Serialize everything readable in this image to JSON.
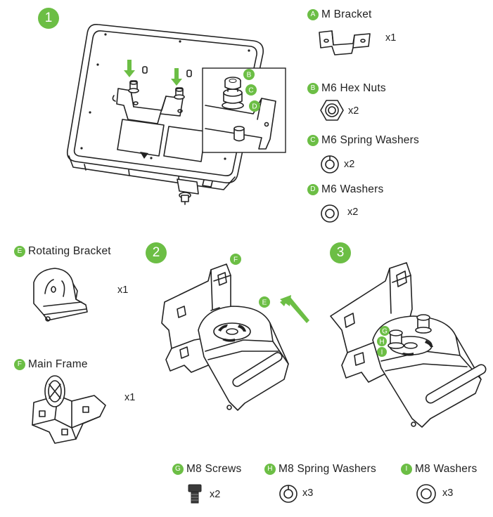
{
  "accent_color": "#6cbe45",
  "steps": [
    "1",
    "2",
    "3"
  ],
  "parts": {
    "A": {
      "letter": "A",
      "name": "M Bracket",
      "qty": "x1"
    },
    "B": {
      "letter": "B",
      "name": "M6 Hex Nuts",
      "qty": "x2"
    },
    "C": {
      "letter": "C",
      "name": "M6 Spring Washers",
      "qty": "x2"
    },
    "D": {
      "letter": "D",
      "name": "M6 Washers",
      "qty": "x2"
    },
    "E": {
      "letter": "E",
      "name": "Rotating Bracket",
      "qty": "x1"
    },
    "F": {
      "letter": "F",
      "name": "Main Frame",
      "qty": "x1"
    },
    "G": {
      "letter": "G",
      "name": "M8 Screws",
      "qty": "x2"
    },
    "H": {
      "letter": "H",
      "name": "M8 Spring Washers",
      "qty": "x3"
    },
    "I": {
      "letter": "I",
      "name": "M8 Washers",
      "qty": "x3"
    }
  },
  "callouts": {
    "b": "B",
    "c": "C",
    "d": "D",
    "f": "F",
    "e": "E",
    "g": "G",
    "h": "H",
    "i": "I"
  }
}
